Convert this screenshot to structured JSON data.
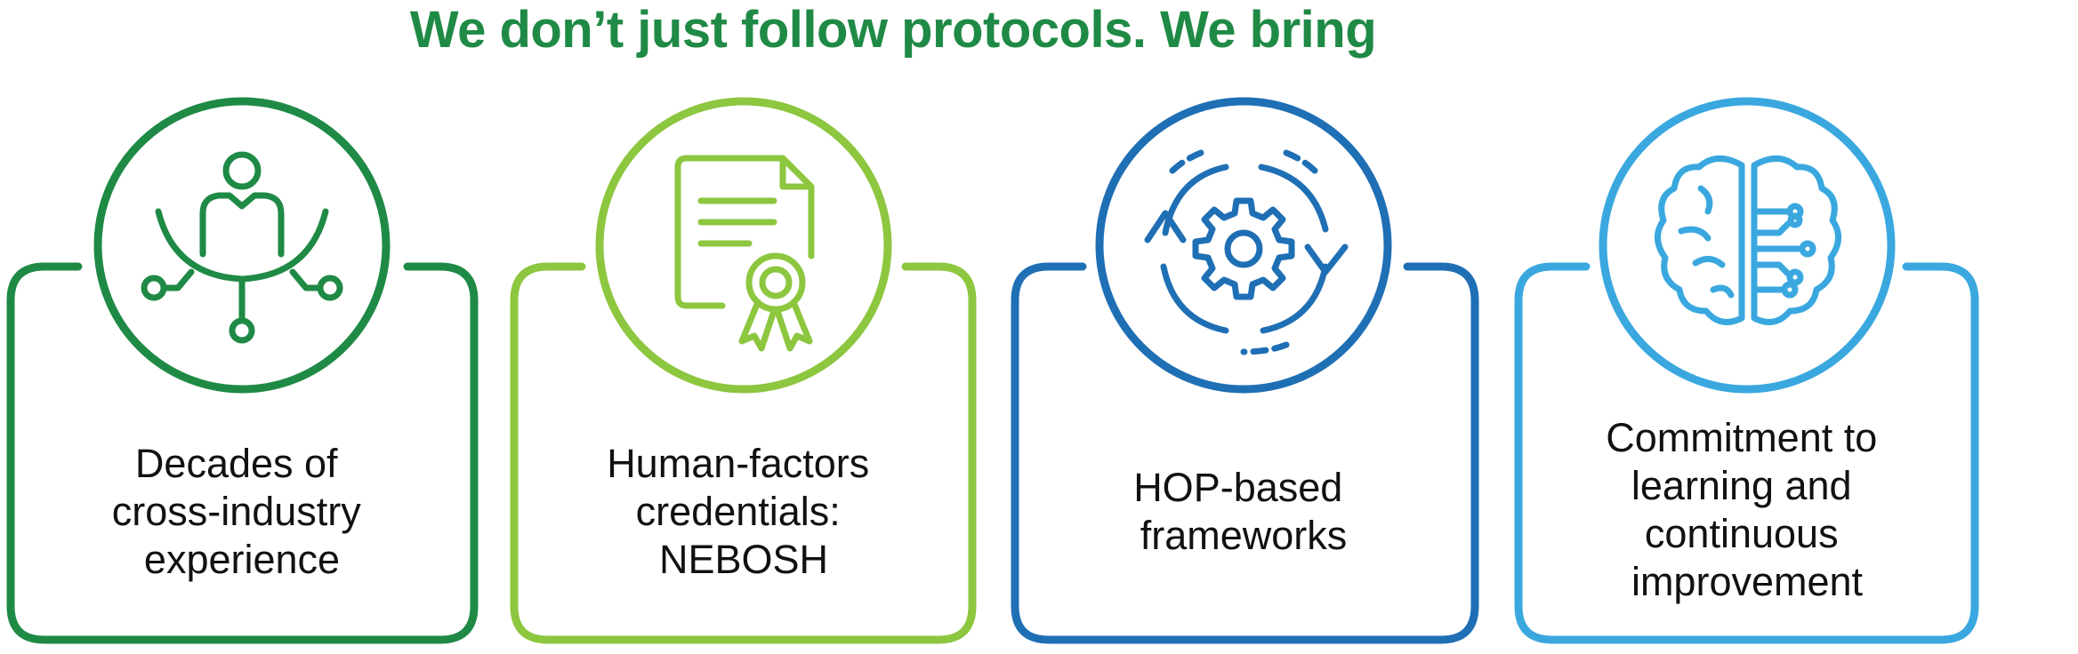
{
  "headline": {
    "text": "We don’t just follow protocols. We bring",
    "color": "#1f8a45"
  },
  "cards": [
    {
      "label": "Decades of\ncross-industry\nexperience",
      "accent_color": "#1f8a45",
      "icon": "person-network-icon"
    },
    {
      "label": "Human-factors\ncredentials:\nNEBOSH",
      "accent_color": "#8dc63f",
      "icon": "certificate-icon"
    },
    {
      "label": "HOP-based\nframeworks",
      "accent_color": "#1f6fb5",
      "icon": "gear-cycle-icon"
    },
    {
      "label": "Commitment to\nlearning and\ncontinuous\nimprovement",
      "accent_color": "#3aa8df",
      "icon": "brain-circuit-icon"
    }
  ]
}
